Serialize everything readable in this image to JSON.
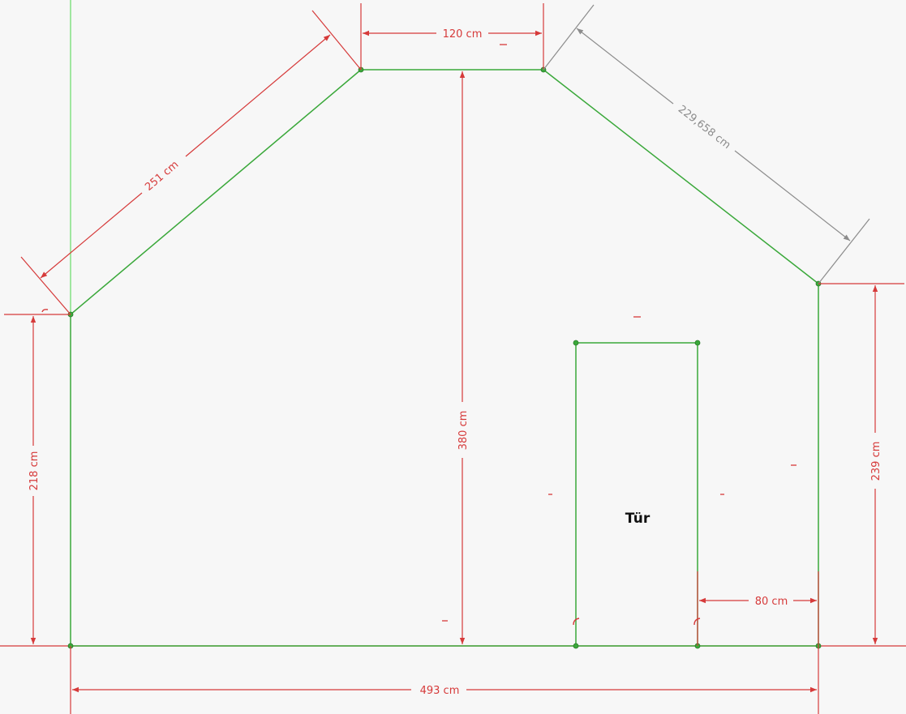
{
  "dimensions": {
    "top_width": "120 cm",
    "left_slope": "251 cm",
    "right_slope": "229,658 cm",
    "center_height": "380 cm",
    "left_height": "218 cm",
    "right_height": "239 cm",
    "base_width": "493 cm",
    "door_offset": "80 cm"
  },
  "door": {
    "label": "Tür"
  },
  "colors": {
    "shape": "#3aa83a",
    "dimension": "#d63a3a",
    "dimension_inactive": "#8c8c8c",
    "axis": "#66dd66",
    "background": "#f7f7f7"
  }
}
